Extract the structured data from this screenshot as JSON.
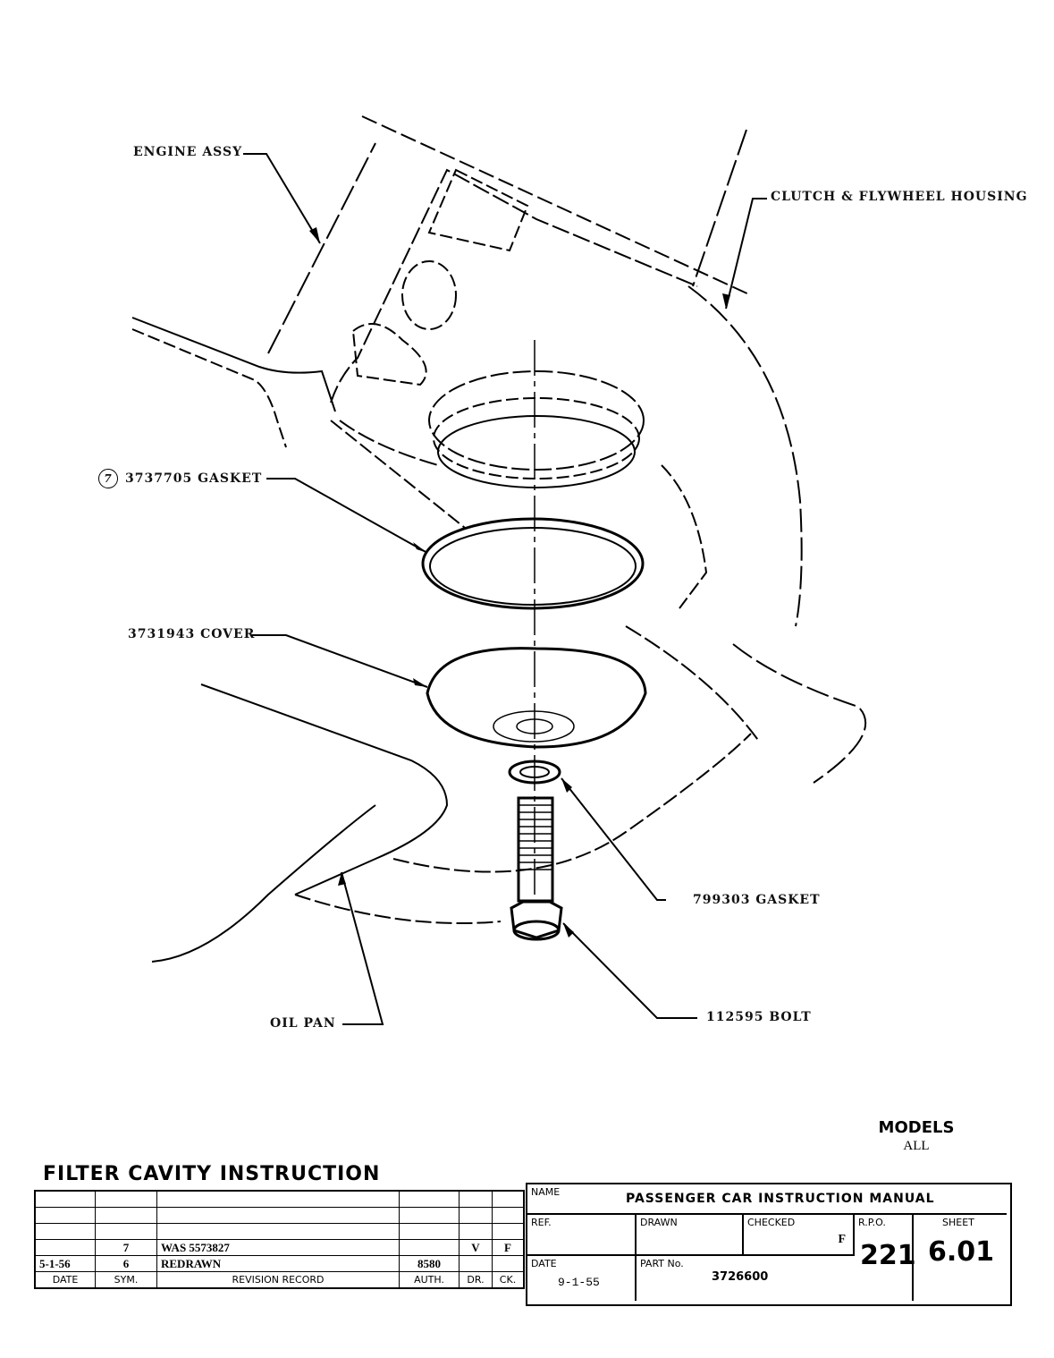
{
  "drawing": {
    "callouts": {
      "engine_assy": "ENGINE ASSY",
      "clutch_housing": "CLUTCH & FLYWHEEL HOUSING",
      "gasket_upper_sym": "7",
      "gasket_upper": "3737705 GASKET",
      "cover": "3731943 COVER",
      "gasket_lower": "799303 GASKET",
      "bolt": "112595 BOLT",
      "oil_pan": "OIL PAN"
    }
  },
  "title": "FILTER CAVITY INSTRUCTION",
  "models": {
    "heading": "MODELS",
    "value": "ALL"
  },
  "revision_record": {
    "headers": [
      "DATE",
      "SYM.",
      "REVISION RECORD",
      "AUTH.",
      "DR.",
      "CK."
    ],
    "rows": [
      [
        "",
        "",
        "",
        "",
        "",
        ""
      ],
      [
        "",
        "",
        "",
        "",
        "",
        ""
      ],
      [
        "",
        "",
        "",
        "",
        "",
        ""
      ],
      [
        "",
        "7",
        "WAS 5573827",
        "",
        "V",
        "F"
      ],
      [
        "5-1-56",
        "6",
        "REDRAWN",
        "8580",
        "",
        ""
      ]
    ]
  },
  "title_block": {
    "name_label": "NAME",
    "name_value": "PASSENGER CAR INSTRUCTION MANUAL",
    "ref_label": "REF.",
    "drawn_label": "DRAWN",
    "checked_label": "CHECKED",
    "checked_value": "F",
    "rpo_label": "R.P.O.",
    "rpo_value": "221",
    "sheet_label": "SHEET",
    "sheet_value": "6.01",
    "date_label": "DATE",
    "date_value": "9-1-55",
    "part_label": "PART No.",
    "part_value": "3726600"
  }
}
